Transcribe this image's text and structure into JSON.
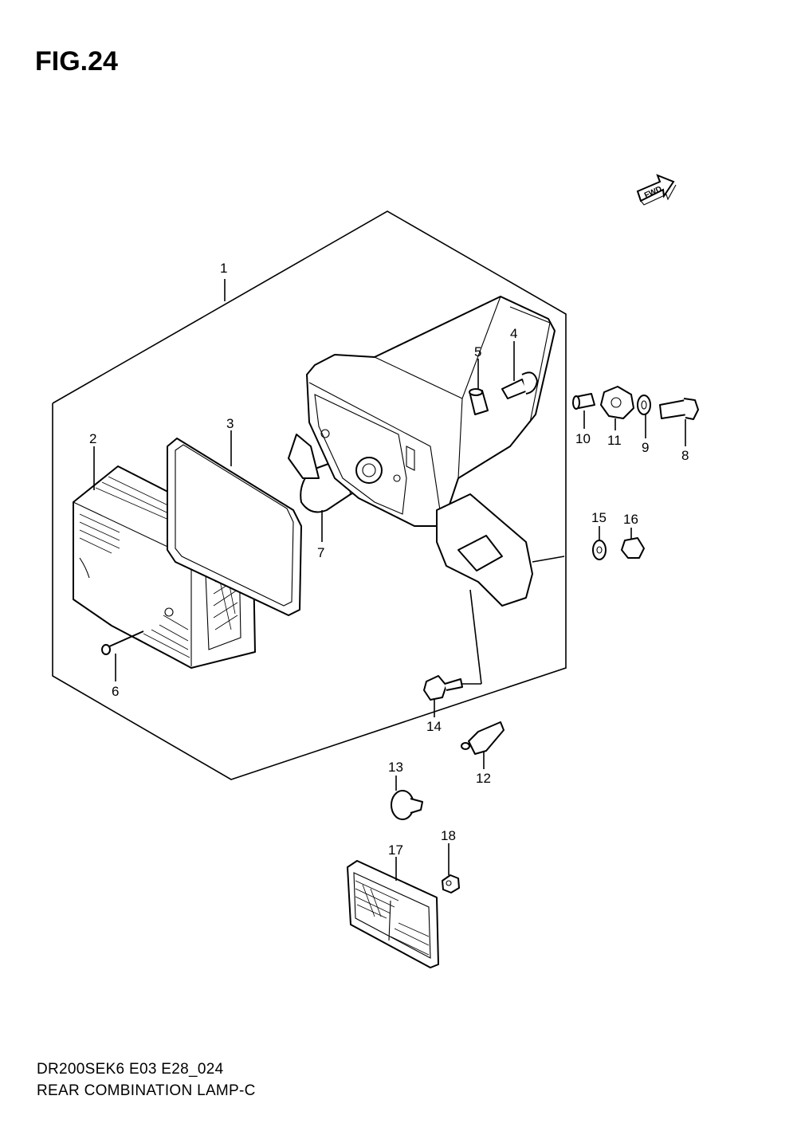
{
  "figure": {
    "title": "FIG.24",
    "fwd_label": "FWD"
  },
  "callouts": [
    "1",
    "2",
    "3",
    "4",
    "5",
    "6",
    "7",
    "8",
    "9",
    "10",
    "11",
    "12",
    "13",
    "14",
    "15",
    "16",
    "17",
    "18"
  ],
  "footer": {
    "code": "DR200SEK6 E03 E28_024",
    "title": "REAR COMBINATION LAMP-C"
  }
}
